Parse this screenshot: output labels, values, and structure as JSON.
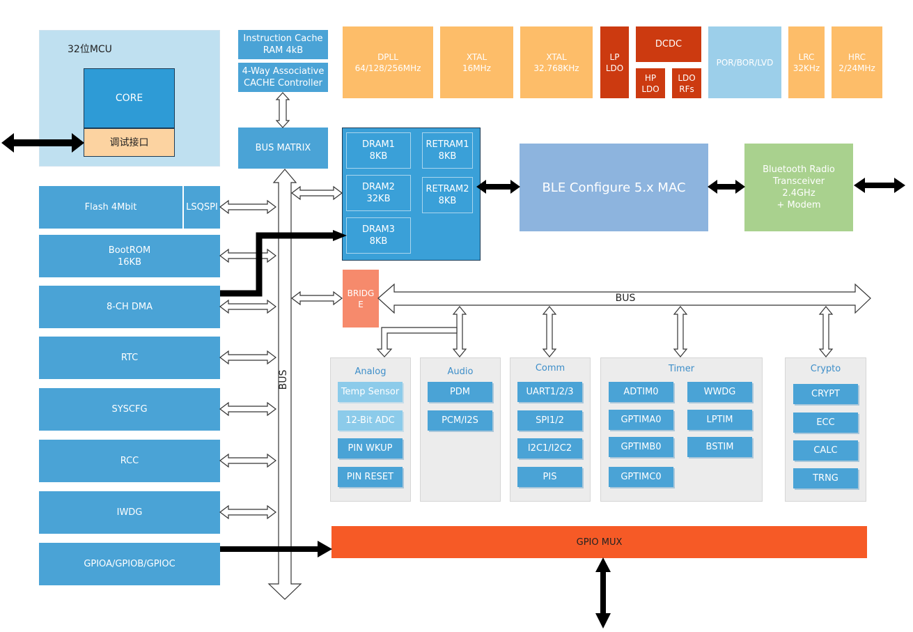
{
  "mcu": {
    "title": "32位MCU",
    "core": "CORE",
    "debug": "调试接口"
  },
  "cache": {
    "instruction": "Instruction Cache\nRAM 4kB",
    "controller": "4-Way Associative\nCACHE Controller"
  },
  "bus_matrix": "BUS MATRIX",
  "bus_vertical": "BUS",
  "bus_horizontal": "BUS",
  "bridge": "BRIDG\nE",
  "clocks": {
    "dpll": "DPLL\n64/128/256MHz",
    "xtal16": "XTAL\n16MHz",
    "xtal32": "XTAL\n32.768KHz",
    "lp_ldo": "LP\nLDO",
    "dcdc": "DCDC",
    "hp_ldo": "HP\nLDO",
    "ldo_rfs": "LDO\nRFs",
    "por": "POR/BOR/LVD",
    "lrc": "LRC\n32KHz",
    "hrc": "HRC\n2/24MHz"
  },
  "colors": {
    "blue": "#4aa3d6",
    "orange": "#fdbd69",
    "dark_red": "#cc3a10",
    "light_blue": "#9ccfea",
    "ble": "#8db4de",
    "radio": "#a9d18e",
    "gpio": "#f65a26",
    "bridge": "#f68a6c"
  },
  "memory": {
    "dram1": "DRAM1\n8KB",
    "dram2": "DRAM2\n32KB",
    "dram3": "DRAM3\n8KB",
    "retram1": "RETRAM1\n8KB",
    "retram2": "RETRAM2\n8KB"
  },
  "ble": "BLE Configure 5.x MAC",
  "radio": "Bluetooth Radio\nTransceiver\n2.4GHz\n+ Modem",
  "left_blocks": {
    "flash": "Flash 4Mbit",
    "lsqspi": "LSQSPI",
    "bootrom": "BootROM\n16KB",
    "dma": "8-CH DMA",
    "rtc": "RTC",
    "syscfg": "SYSCFG",
    "rcc": "RCC",
    "iwdg": "IWDG",
    "gpio": "GPIOA/GPIOB/GPIOC"
  },
  "groups": {
    "analog": {
      "title": "Analog",
      "items": [
        "Temp Sensor",
        "12-Bit ADC",
        "PIN WKUP",
        "PIN RESET"
      ]
    },
    "audio": {
      "title": "Audio",
      "items": [
        "PDM",
        "PCM/I2S"
      ]
    },
    "comm": {
      "title": "Comm",
      "items": [
        "UART1/2/3",
        "SPI1/2",
        "I2C1/I2C2",
        "PIS"
      ]
    },
    "timer": {
      "title": "Timer",
      "items": [
        "ADTIM0",
        "GPTIMA0",
        "GPTIMB0",
        "GPTIMC0",
        "WWDG",
        "LPTIM",
        "BSTIM"
      ]
    },
    "crypto": {
      "title": "Crypto",
      "items": [
        "CRYPT",
        "ECC",
        "CALC",
        "TRNG"
      ]
    }
  },
  "gpio_mux": "GPIO MUX"
}
